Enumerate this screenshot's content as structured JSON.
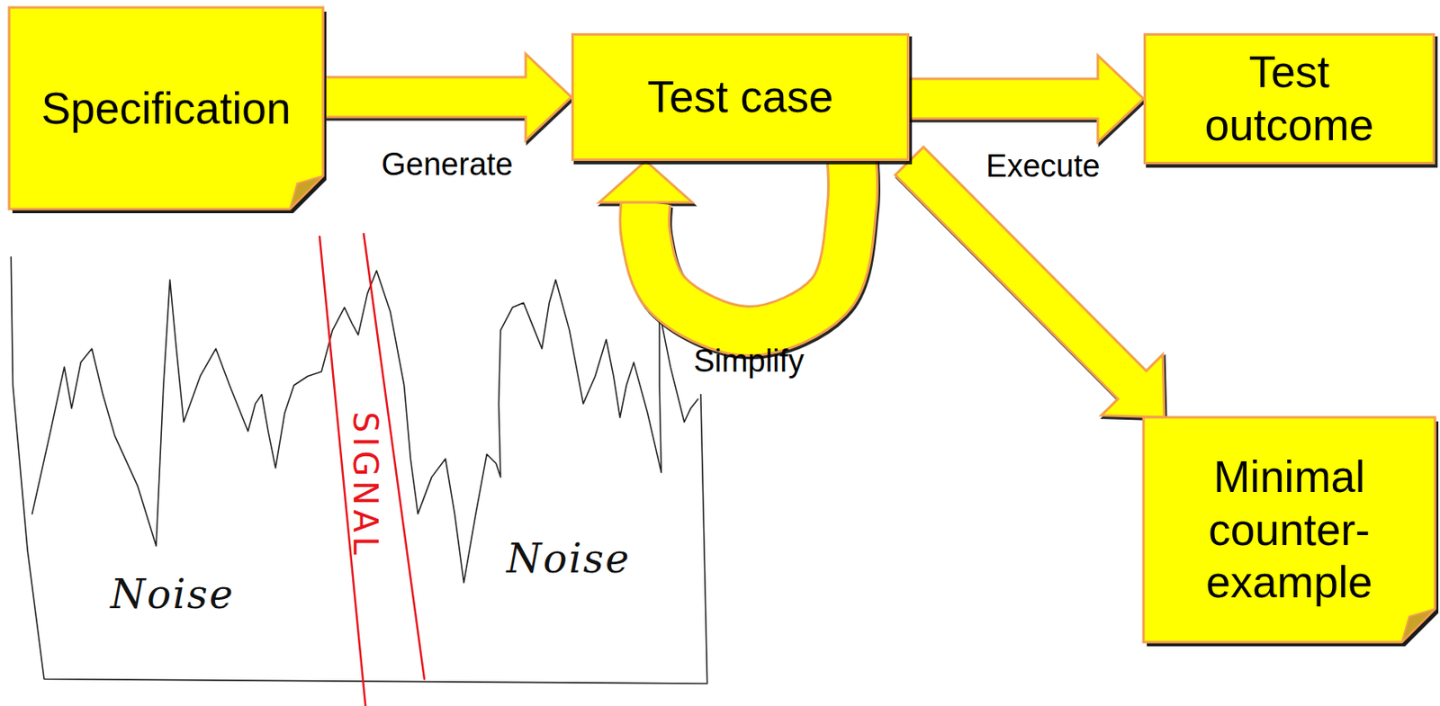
{
  "diagram": {
    "nodes": [
      {
        "text": [
          "Specification"
        ]
      },
      {
        "text": [
          "Test case"
        ]
      },
      {
        "text": [
          "Test outcome"
        ]
      },
      {
        "text": [
          "Minimal counter-example"
        ]
      }
    ],
    "edges": [
      {
        "from": 0,
        "to": 1,
        "label": "Generate",
        "arrow": "to"
      },
      {
        "from": 1,
        "to": 2,
        "label": "Execute",
        "arrow": "to"
      },
      {
        "from": 1,
        "to": 1,
        "label": "Simplify",
        "arrow": "to"
      },
      {
        "from": 1,
        "to": 3,
        "arrow": "to"
      }
    ],
    "labels": [
      "Noise",
      "SIGNAL",
      "Noise"
    ]
  }
}
